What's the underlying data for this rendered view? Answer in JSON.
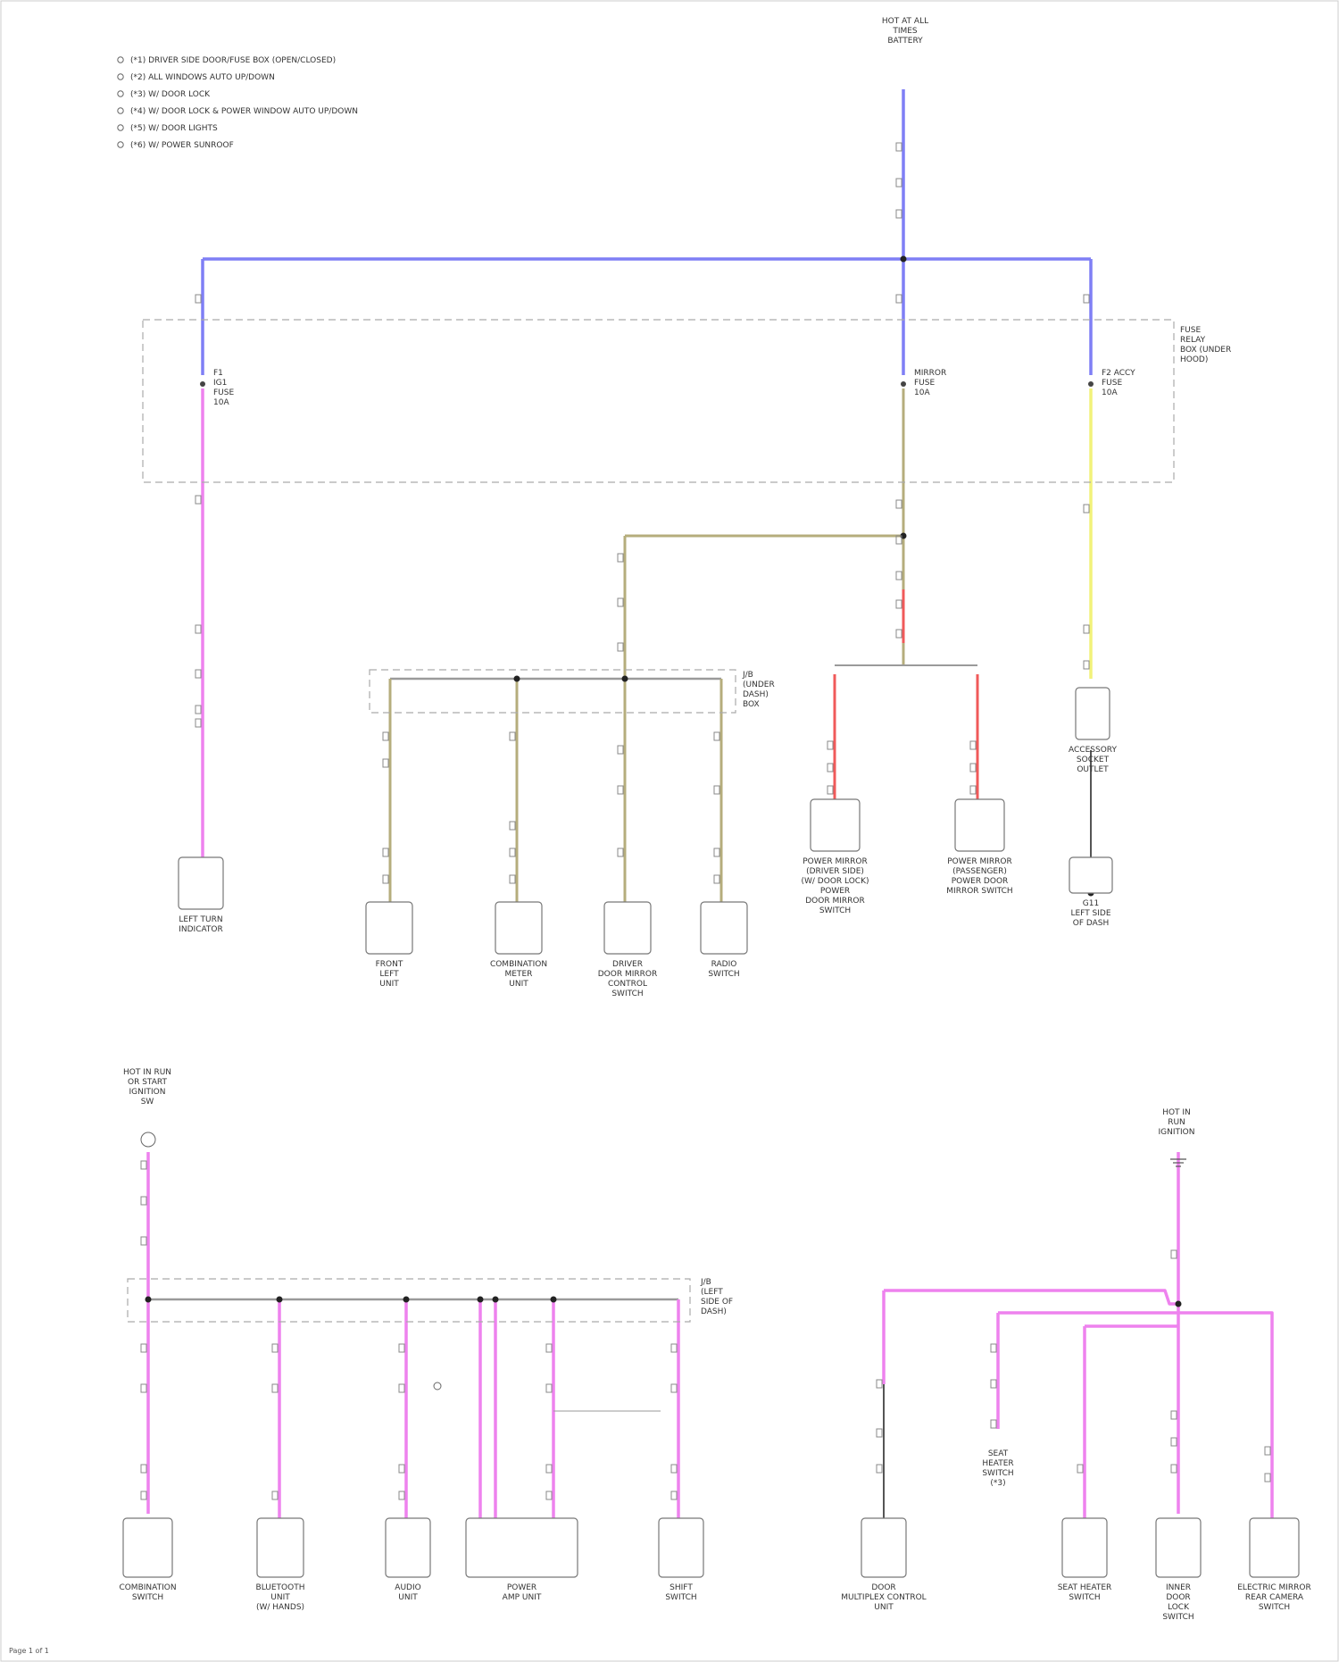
{
  "colors": {
    "blue": "#7f7ff5",
    "pink": "#ee82ee",
    "tan": "#b5ad7c",
    "yellow": "#f2f27a",
    "red": "#f05a5a",
    "gray": "#9a9a9a",
    "dark": "#555555",
    "box": "#777777",
    "dashed": "#aaaaaa"
  },
  "legend": [
    "(*1) DRIVER SIDE DOOR/FUSE BOX (OPEN/CLOSED)",
    "(*2) ALL WINDOWS AUTO UP/DOWN",
    "(*3) W/ DOOR LOCK",
    "(*4) W/ DOOR LOCK & POWER WINDOW AUTO UP/DOWN",
    "(*5) W/ DOOR LIGHTS",
    "(*6) W/ POWER SUNROOF"
  ],
  "sources": {
    "top": [
      "HOT AT ALL",
      "TIMES",
      "BATTERY"
    ],
    "left_bottom": [
      "HOT IN RUN",
      "OR START",
      "IGNITION",
      "SW"
    ],
    "right_bottom": [
      "HOT IN",
      "RUN",
      "IGNITION"
    ]
  },
  "fuse_box_label": [
    "FUSE",
    "RELAY",
    "BOX (UNDER",
    "HOOD)"
  ],
  "fuses": [
    {
      "lines": [
        "F1",
        "IG1",
        "FUSE",
        "10A"
      ]
    },
    {
      "lines": [
        "MIRROR",
        "FUSE",
        "10A"
      ]
    },
    {
      "lines": [
        "F2 ACCY",
        "FUSE",
        "10A"
      ]
    }
  ],
  "junction_label": [
    "J/B",
    "(UNDER",
    "DASH)",
    "BOX"
  ],
  "junction_bottom_label": [
    "J/B",
    "(LEFT",
    "SIDE OF",
    "DASH)"
  ],
  "components_top": [
    [
      "LEFT TURN",
      "INDICATOR"
    ],
    [
      "FRONT",
      "LEFT",
      "UNIT"
    ],
    [
      "COMBINATION",
      "METER",
      "UNIT"
    ],
    [
      "DRIVER",
      "DOOR MIRROR",
      "CONTROL",
      "SWITCH"
    ],
    [
      "RADIO",
      "SWITCH"
    ],
    [
      "POWER MIRROR",
      "(DRIVER SIDE)",
      "(W/ DOOR LOCK)",
      "POWER",
      "DOOR MIRROR",
      "SWITCH"
    ],
    [
      "POWER MIRROR",
      "(PASSENGER)",
      "POWER DOOR",
      "MIRROR SWITCH"
    ],
    [
      "ACCESSORY",
      "SOCKET",
      "OUTLET"
    ],
    [
      "G11",
      "LEFT SIDE",
      "OF DASH"
    ]
  ],
  "components_bottom": [
    [
      "COMBINATION",
      "SWITCH"
    ],
    [
      "BLUETOOTH",
      "UNIT",
      "(W/ HANDS)"
    ],
    [
      "AUDIO",
      "UNIT"
    ],
    [
      "POWER",
      "AMP UNIT"
    ],
    [
      "SHIFT",
      "SWITCH"
    ],
    [
      "DOOR",
      "MULTIPLEX CONTROL",
      "UNIT"
    ],
    [
      "SEAT",
      "HEATER",
      "SWITCH",
      "(*3)"
    ],
    [
      "SEAT HEATER",
      "SWITCH"
    ],
    [
      "INNER",
      "DOOR",
      "LOCK",
      "SWITCH"
    ],
    [
      "ELECTRIC MIRROR",
      "REAR CAMERA",
      "SWITCH"
    ]
  ],
  "footer": "Page 1 of 1"
}
